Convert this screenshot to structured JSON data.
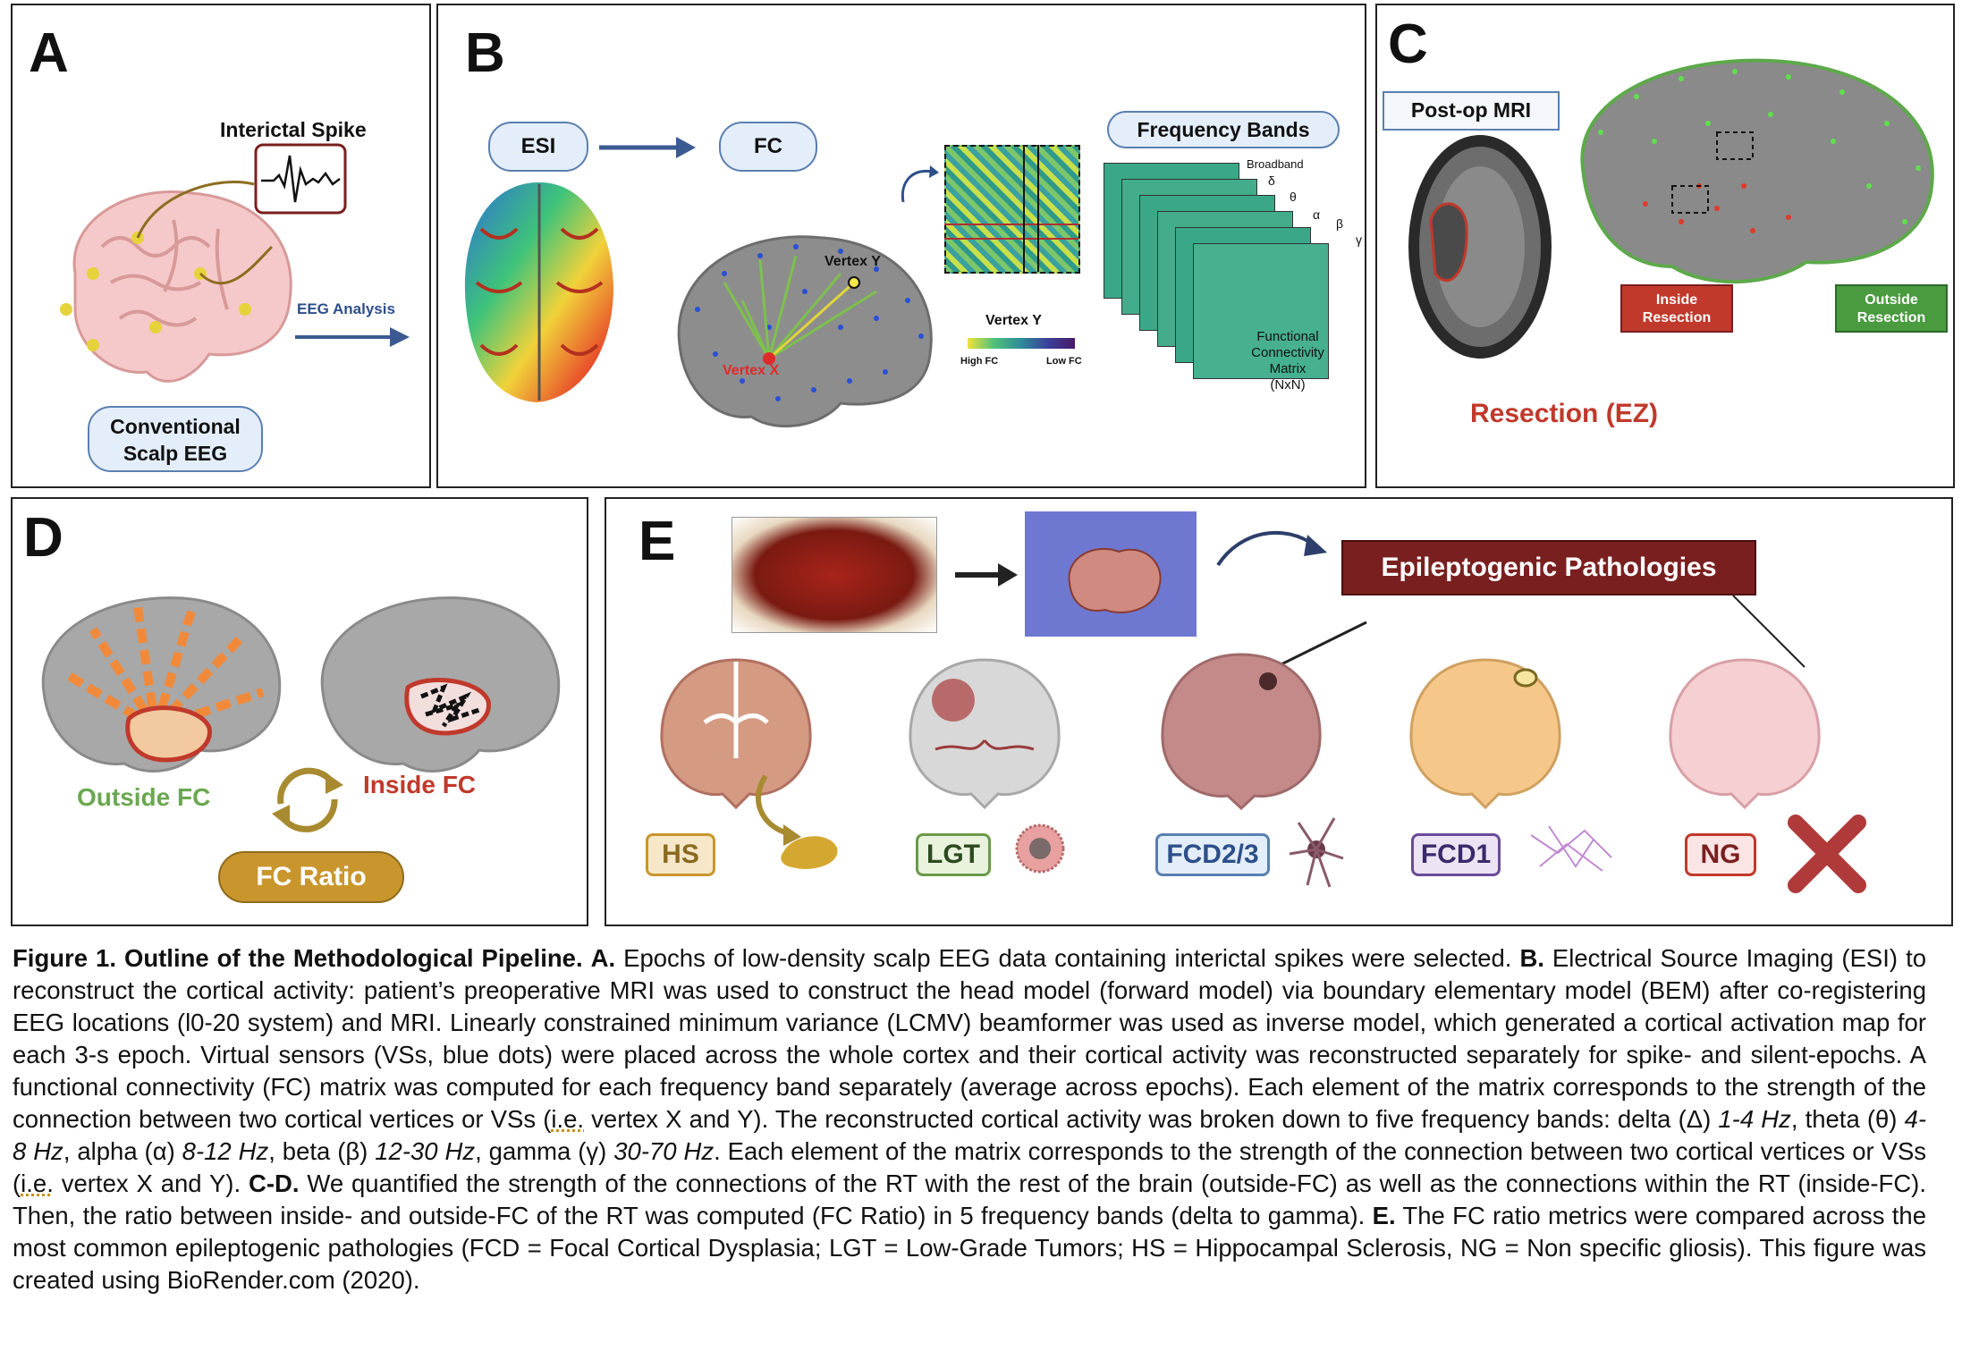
{
  "panels": {
    "a": {
      "label": "A",
      "spike": "Interictal Spike",
      "analysis": "EEG Analysis",
      "scalp_line1": "Conventional",
      "scalp_line2": "Scalp EEG"
    },
    "b": {
      "label": "B",
      "esi": "ESI",
      "fc": "FC",
      "freq": "Frequency Bands",
      "bands": [
        "Broadband",
        "δ",
        "θ",
        "α",
        "β",
        "γ"
      ],
      "vertex_x": "Vertex X",
      "vertex_y": "Vertex Y",
      "legend_title": "Vertex Y",
      "high": "High FC",
      "low": "Low FC",
      "fcm_line1": "Functional",
      "fcm_line2": "Connectivity",
      "fcm_line3": "Matrix",
      "fcm_line4": "(NxN)"
    },
    "c": {
      "label": "C",
      "postop": "Post-op MRI",
      "resection": "Resection (EZ)",
      "inside_line1": "Inside",
      "inside_line2": "Resection",
      "outside_line1": "Outside",
      "outside_line2": "Resection"
    },
    "d": {
      "label": "D",
      "outside_fc": "Outside FC",
      "inside_fc": "Inside FC",
      "ratio": "FC Ratio"
    },
    "e": {
      "label": "E",
      "pathologies": "Epileptogenic Pathologies",
      "tags": [
        "HS",
        "LGT",
        "FCD2/3",
        "FCD1",
        "NG"
      ]
    }
  },
  "colors": {
    "pill_bg": "#e4eefa",
    "dark_red": "#7a1f1f",
    "inside_red": "#c0392b",
    "outside_green": "#4a9a3f",
    "gold": "#c9962e"
  },
  "caption": {
    "title": "Figure 1. Outline of the Methodological Pipeline.",
    "a_tag": "A.",
    "a_text": " Epochs of low-density scalp EEG data containing interictal spikes were selected. ",
    "b_tag": "B.",
    "b_text": "  Electrical Source Imaging (ESI) to reconstruct the cortical activity: patient’s preoperative MRI was used to construct the head model (forward model) via boundary elementary model (BEM) after co-registering EEG locations (l0-20 system) and MRI. Linearly constrained minimum variance (LCMV) beamformer was used as inverse model, which generated a cortical activation map for each 3-s epoch. Virtual sensors (VSs, blue dots) were placed across the whole cortex and their cortical activity was reconstructed separately for spike- and silent-epochs. A functional connectivity (FC) matrix was computed for each frequency band separately (average across epochs). Each element of the matrix corresponds to the strength of the connection between two cortical vertices or VSs (",
    "ie1": "i.e.",
    "b_text2": " vertex X and Y). The reconstructed cortical activity was broken down to five frequency bands: delta (Δ) ",
    "delta_hz": "1-4 Hz",
    "sep_theta": ", theta (θ) ",
    "theta_hz": "4-8 Hz",
    "sep_alpha": ", alpha (α) ",
    "alpha_hz": "8-12 Hz",
    "sep_beta": ", beta (β) ",
    "beta_hz": "12-30 Hz",
    "sep_gamma": ", gamma (γ) ",
    "gamma_hz": "30-70 Hz",
    "b_text3": ". Each element of the matrix corresponds to the strength of the connection between two cortical vertices or VSs (",
    "ie2": "i.e.",
    "b_text4": " vertex X and Y). ",
    "cd_tag": "C-D.",
    "cd_text": " We quantified the strength of the connections of the RT with the rest of the brain (outside-FC) as well as the connections within the RT (inside-FC). Then, the ratio between inside- and outside-FC of the RT was computed (FC Ratio) in 5 frequency bands (delta to gamma).  ",
    "e_tag": "E.",
    "e_text": " The FC ratio metrics were compared across the most common epileptogenic pathologies (FCD = Focal Cortical Dysplasia; LGT = Low-Grade Tumors; HS = Hippocampal Sclerosis, NG = Non specific gliosis). This figure was created using BioRender.com (2020)."
  }
}
